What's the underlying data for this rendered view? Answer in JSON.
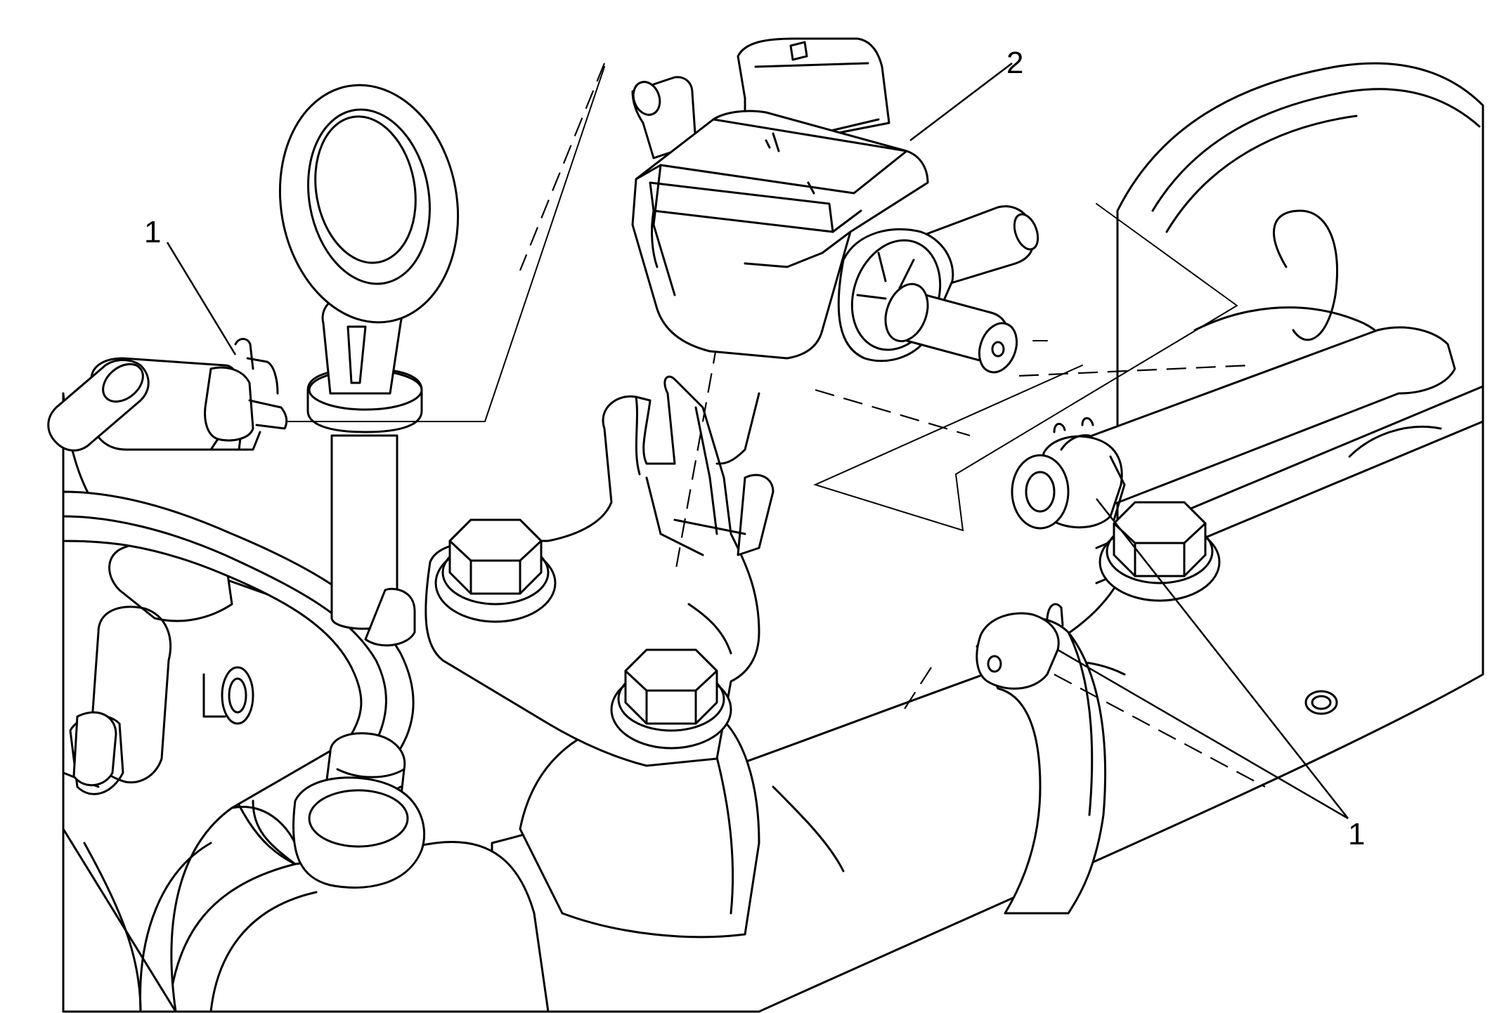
{
  "callouts": {
    "clamp_left": "1",
    "valve": "2",
    "clamp_right": "1"
  },
  "colors": {
    "line": "#000000",
    "background": "#ffffff"
  }
}
